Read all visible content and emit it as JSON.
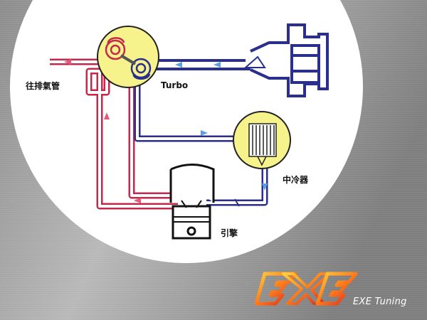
{
  "labels": {
    "exhaust": "往排氣管",
    "turbo": "Turbo",
    "intercooler": "中冷器",
    "engine": "引擎"
  },
  "brand": {
    "logo_text": "EXE",
    "name": "EXE Tuning"
  },
  "colors": {
    "hot_pipe": "#c4284a",
    "cold_pipe": "#2a2f8e",
    "arrow_hot": "#e35a7a",
    "arrow_cold": "#5aa0e6",
    "highlight": "#f7f38c",
    "background": "#9a9a9a"
  }
}
